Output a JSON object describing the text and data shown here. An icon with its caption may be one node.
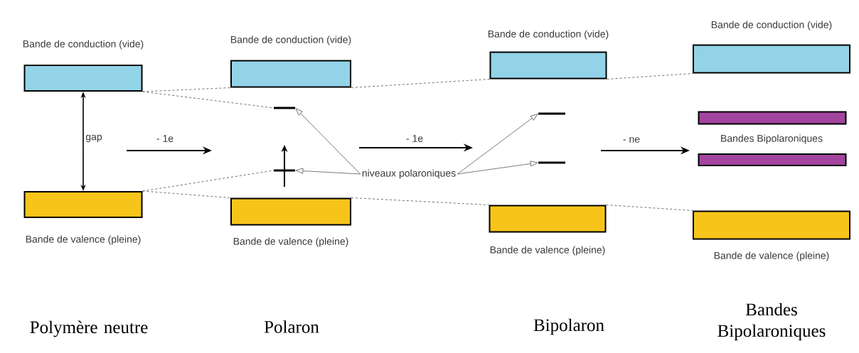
{
  "diagram": {
    "nodes": [
      {
        "text": [
          "Bande de conduction (vide)"
        ]
      },
      {
        "text": [
          "Bande de valence (pleine)"
        ]
      },
      {
        "text": [
          "Bande de conduction (vide)"
        ]
      },
      {
        "text": [],
        "shape": "bar"
      },
      {
        "text": [],
        "shape": "bar"
      },
      {
        "text": [
          "Bande de valence (pleine)"
        ]
      },
      {
        "text": [
          "niveaux polaroniques"
        ]
      },
      {
        "text": [
          "Bande de conduction (vide)"
        ]
      },
      {
        "text": [],
        "shape": "bar"
      },
      {
        "text": [],
        "shape": "bar"
      },
      {
        "text": [
          "Bande de valence (pleine)"
        ]
      },
      {
        "text": [
          "Bande de conduction (vide)"
        ]
      },
      {
        "text": [],
        "shape": "box"
      },
      {
        "text": [],
        "shape": "box"
      },
      {
        "text": [
          "Bande de valence (pleine)"
        ]
      }
    ],
    "edges": [
      {
        "from": 0,
        "to": 1,
        "arrow": "both",
        "label": "gap"
      },
      {
        "from": 0,
        "to": 2,
        "arrow": "none",
        "style": "dashed"
      },
      {
        "from": 0,
        "to": 3,
        "arrow": "none",
        "style": "dashed"
      },
      {
        "from": 1,
        "to": 4,
        "arrow": "none",
        "style": "dashed"
      },
      {
        "from": 1,
        "to": 5,
        "arrow": "none",
        "style": "dashed"
      },
      {
        "from": 2,
        "to": 7,
        "arrow": "none",
        "style": "dashed"
      },
      {
        "from": 5,
        "to": 10,
        "arrow": "none",
        "style": "dashed"
      },
      {
        "from": 7,
        "to": 11,
        "arrow": "none",
        "style": "dashed"
      },
      {
        "from": 10,
        "to": 14,
        "arrow": "none",
        "style": "dashed"
      },
      {
        "from": 6,
        "to": 3,
        "arrow": "to"
      },
      {
        "from": 6,
        "to": 4,
        "arrow": "to"
      },
      {
        "from": 6,
        "to": 8,
        "arrow": "to"
      },
      {
        "from": 6,
        "to": 9,
        "arrow": "to"
      }
    ],
    "labels": [
      "- 1e",
      "- 1e",
      "- ne",
      "Bandes Bipolaroniques",
      "Polymère neutre",
      "Polaron",
      "Bipolaron",
      "Bandes Bipolaroniques"
    ]
  }
}
